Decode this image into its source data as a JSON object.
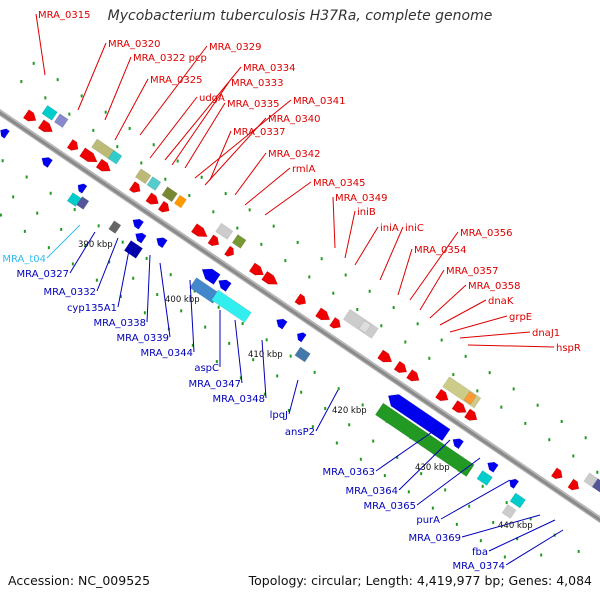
{
  "title": "Mycobacterium tuberculosis H37Ra, complete genome",
  "footer": {
    "accession": "Accession: NC_009525",
    "stats": "Topology: circular; Length: 4,419,977 bp; Genes: 4,084"
  },
  "colors": {
    "forward_label": "#dd0000",
    "reverse_label": "#0000bb",
    "trna_label": "#33bbee",
    "forward_arrow": "#ee0000",
    "reverse_arrow": "#0000ee",
    "backbone": "#888888",
    "tick": "#229922"
  },
  "scale_ticks": [
    "390 kbp",
    "400 kbp",
    "410 kbp",
    "420 kbp",
    "430 kbp",
    "440 kbp"
  ],
  "forward_labels": [
    "MRA_0315",
    "MRA_0320",
    "MRA_0322 pcp",
    "MRA_0329",
    "MRA_0325",
    "MRA_0334",
    "MRA_0333",
    "udgA",
    "MRA_0335",
    "MRA_0341",
    "MRA_0340",
    "MRA_0337",
    "MRA_0342",
    "rmlA",
    "MRA_0345",
    "MRA_0349",
    "iniB",
    "iniA",
    "iniC",
    "MRA_0356",
    "MRA_0354",
    "MRA_0357",
    "MRA_0358",
    "dnaK",
    "grpE",
    "dnaJ1",
    "hspR"
  ],
  "reverse_labels": [
    "MRA_0327",
    "MRA_0332",
    "cyp135A1",
    "MRA_0338",
    "MRA_0339",
    "MRA_0344",
    "aspC",
    "MRA_0347",
    "MRA_0348",
    "lpqJ",
    "ansP2",
    "MRA_0363",
    "MRA_0364",
    "MRA_0365",
    "purA",
    "MRA_0369",
    "fba",
    "MRA_0374"
  ],
  "trna_labels": [
    "MRA_t04"
  ]
}
